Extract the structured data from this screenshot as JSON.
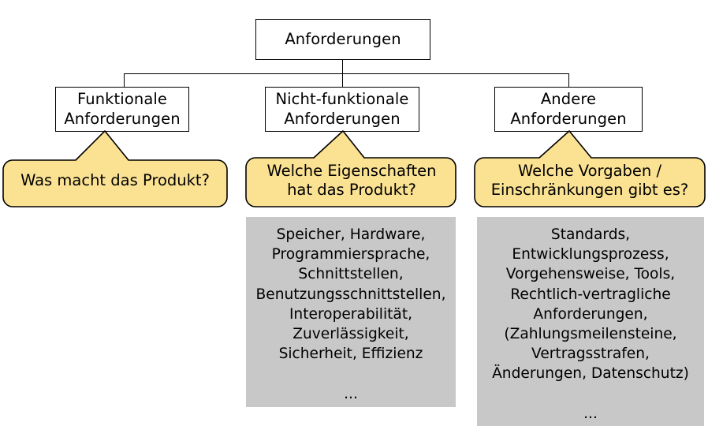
{
  "diagram": {
    "title": "Anforderungen",
    "nodes": {
      "root": {
        "label": "Anforderungen"
      },
      "functional": {
        "label": "Funktionale\nAnforderungen"
      },
      "non_functional": {
        "label": "Nicht-funktionale\nAnforderungen"
      },
      "other": {
        "label": "Andere\nAnforderungen"
      }
    },
    "callouts": {
      "functional": {
        "text": "Was macht das Produkt?"
      },
      "non_functional": {
        "text": "Welche Eigenschaften\nhat das Produkt?"
      },
      "other": {
        "text": "Welche Vorgaben /\nEinschränkungen gibt es?"
      }
    },
    "panels": {
      "non_functional": {
        "text": "Speicher, Hardware,\nProgrammiersprache,\nSchnittstellen,\nBenutzungsschnittstellen,\nInteroperabilität,\nZuverlässigkeit,\nSicherheit, Effizienz\n\n..."
      },
      "other": {
        "text": "Standards,\nEntwicklungsprozess,\nVorgehensweise, Tools,\nRechtlich-vertragliche\nAnforderungen,\n(Zahlungsmeilensteine,\nVertragsstrafen,\nÄnderungen, Datenschutz)\n\n..."
      }
    },
    "colors": {
      "callout_fill": "#FBE293",
      "callout_stroke": "#000000",
      "panel_fill": "#C8C8C8",
      "node_fill": "#FFFFFF",
      "node_stroke": "#000000",
      "text": "#000000"
    }
  }
}
